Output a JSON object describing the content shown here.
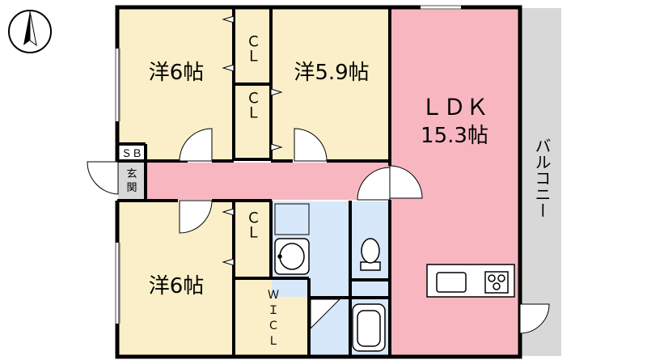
{
  "compass": {
    "north_icon": "north-arrow-icon"
  },
  "rooms": {
    "western_top_left": {
      "label": "洋6帖"
    },
    "western_top_mid": {
      "label": "洋5.9帖"
    },
    "western_bottom": {
      "label": "洋6帖"
    },
    "ldk": {
      "label_line1": "ＬＤＫ",
      "label_line2": "15.3帖"
    },
    "closet_top": {
      "label": "ＣＬ"
    },
    "closet_mid": {
      "label": "ＣＬ"
    },
    "closet_bottom": {
      "label": "ＣＬ"
    },
    "wic": {
      "label_w": "Ｗ",
      "label_i": "Ｉ",
      "label_c": "Ｃ",
      "label_l": "Ｌ"
    },
    "shoe_box": {
      "label": "ＳＢ"
    },
    "entrance": {
      "label_1": "玄",
      "label_2": "関"
    },
    "balcony": {
      "label": "バルコニー"
    }
  },
  "colors": {
    "western": "#faefc8",
    "ldk": "#f8b7c0",
    "hall": "#f8b7c0",
    "wet": "#d7e8fb",
    "balcony": "#d8d8d8",
    "entrance": "#d8d8d8",
    "wall": "#000000"
  }
}
